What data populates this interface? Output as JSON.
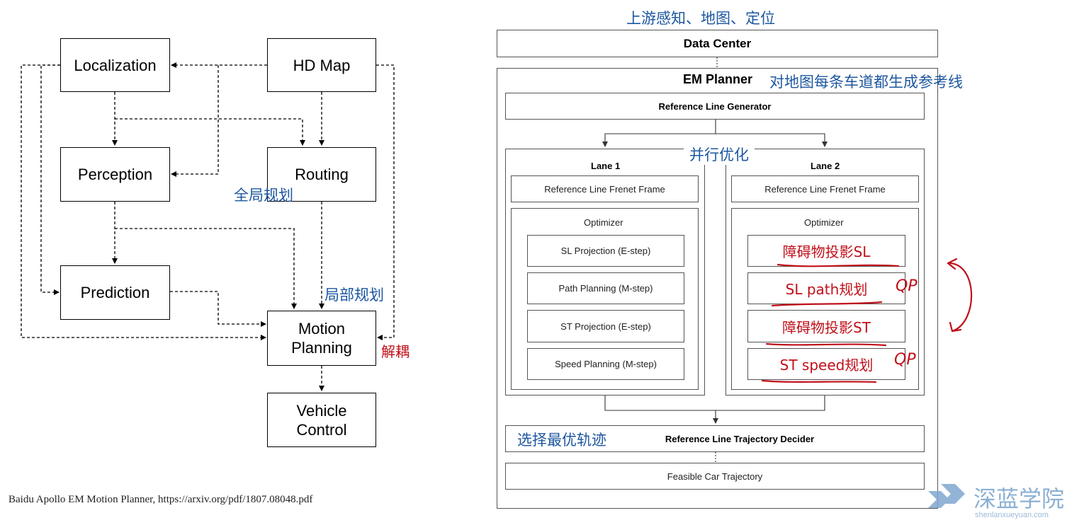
{
  "left": {
    "nodes": {
      "localization": "Localization",
      "hd_map": "HD Map",
      "perception": "Perception",
      "routing": "Routing",
      "prediction": "Prediction",
      "motion_planning_l1": "Motion",
      "motion_planning_l2": "Planning",
      "vehicle_control_l1": "Vehicle",
      "vehicle_control_l2": "Control"
    },
    "annotations": {
      "global_planning": "全局规划",
      "local_planning": "局部规划",
      "decoupling": "解耦"
    },
    "caption": "Baidu Apollo EM Motion Planner, https://arxiv.org/pdf/1807.08048.pdf"
  },
  "right": {
    "top_annotation": "上游感知、地图、定位",
    "data_center": "Data Center",
    "em_planner": "EM Planner",
    "em_annotation": "对地图每条车道都生成参考线",
    "reference_line_generator": "Reference Line Generator",
    "parallel_annotation": "并行优化",
    "lane1": {
      "title": "Lane 1",
      "frenet": "Reference Line Frenet Frame",
      "optimizer": "Optimizer",
      "steps": [
        "SL Projection (E-step)",
        "Path Planning (M-step)",
        "ST Projection (E-step)",
        "Speed Planning (M-step)"
      ]
    },
    "lane2": {
      "title": "Lane 2",
      "frenet": "Reference Line Frenet Frame",
      "optimizer": "Optimizer",
      "steps": [
        "障碍物投影SL",
        "SL path规划",
        "障碍物投影ST",
        "ST speed规划"
      ]
    },
    "qp_marks": [
      "QP",
      "QP"
    ],
    "decider_annotation": "选择最优轨迹",
    "decider": "Reference Line Trajectory Decider",
    "feasible": "Feasible Car Trajectory"
  },
  "watermark": {
    "main": "深蓝学院",
    "sub": "shenlanxueyuan.com"
  },
  "colors": {
    "annotation_blue": "#1d57a0",
    "annotation_red": "#c0101a"
  }
}
